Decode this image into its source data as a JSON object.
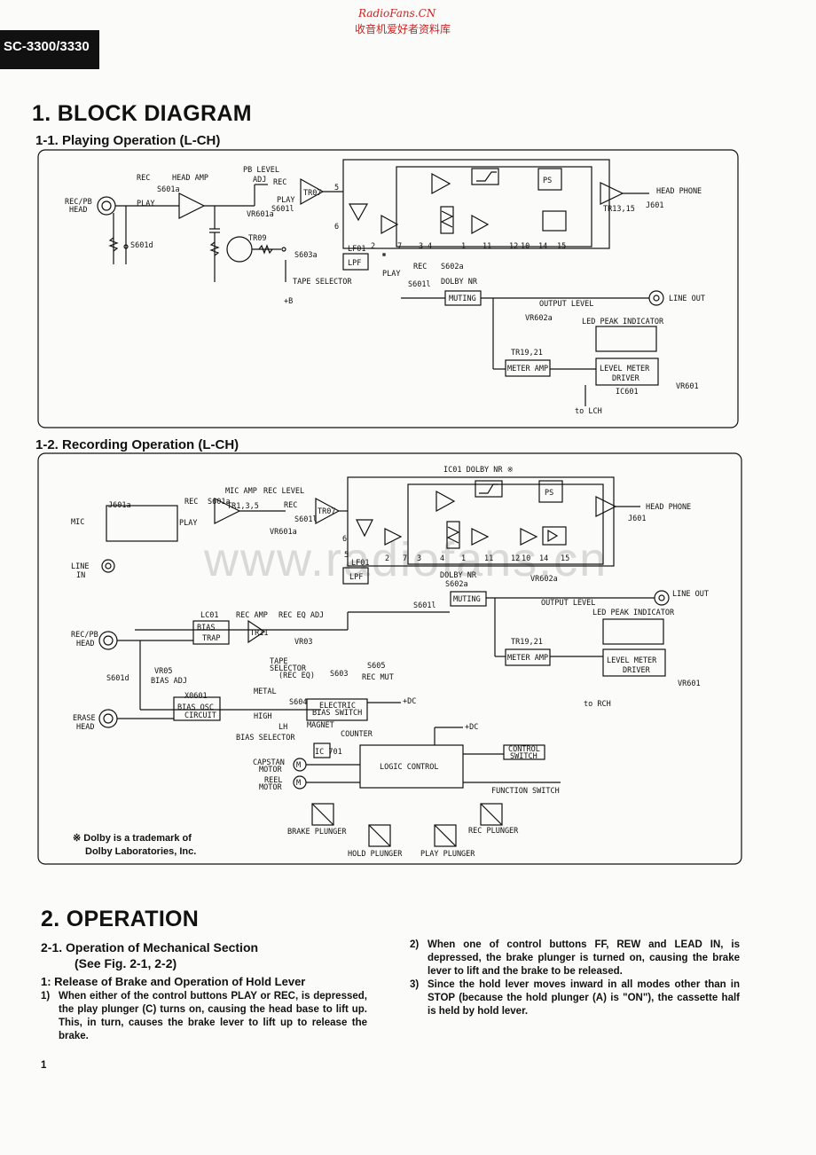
{
  "header": {
    "site_name": "RadioFans.CN",
    "site_subtitle": "收音机爱好者资料库",
    "model_badge": "SC-3300/3330",
    "watermark": "www.radiofans.cn"
  },
  "section1": {
    "title": "1. BLOCK DIAGRAM",
    "sub1": "1-1. Playing Operation (L-CH)",
    "sub2": "1-2. Recording Operation (L-CH)"
  },
  "diagram1": {
    "labels": {
      "rec_pb_head": "REC/PB",
      "head": "HEAD",
      "rec": "REC",
      "s601a": "S601a",
      "head_amp": "HEAD AMP",
      "play": "PLAY",
      "s601d": "S601d",
      "pb_level": "PB LEVEL",
      "adj": "ADJ",
      "vr601a": "VR601a",
      "s601l": "S601l",
      "tr07": "TR07",
      "tr09": "TR09",
      "s603a": "S603a",
      "tape_selector": "TAPE SELECTOR",
      "plus_b": "+B",
      "lf01": "LF01",
      "lpf": "LPF",
      "ps": "PS",
      "tr13": "TR13,15",
      "head_phone": "HEAD PHONE",
      "j601": "J601",
      "s602a": "S602a",
      "dolby_nr": "DOLBY NR",
      "s601l_b": "S601l",
      "muting": "MUTING",
      "output_level": "OUTPUT LEVEL",
      "line_out": "LINE OUT",
      "vr602a": "VR602a",
      "led_peak": "LED PEAK INDICATOR",
      "tr19": "TR19,21",
      "meter_amp": "METER AMP",
      "level_meter": "LEVEL METER",
      "driver": "DRIVER",
      "ic601": "IC601",
      "vr601": "VR601",
      "to_lch": "to LCH",
      "pins": [
        "5",
        "6",
        "2",
        "7",
        "3",
        "4",
        "1",
        "11",
        "12",
        "10",
        "14",
        "15"
      ]
    }
  },
  "diagram2": {
    "labels": {
      "ic_dolby": "IC01 DOLBY NR ※",
      "mic_amp": "MIC AMP",
      "rec_level": "REC LEVEL",
      "j601a": "J601a",
      "rec": "REC",
      "s601a": "S601a",
      "play": "PLAY",
      "tr": "TR1,3,5",
      "vr601a": "VR601a",
      "s601l": "S601l",
      "tr07": "TR07",
      "mic": "MIC",
      "line_in": "LINE",
      "in": "IN",
      "lf01": "LF01",
      "lpf": "LPF",
      "ps": "PS",
      "head_phone": "HEAD PHONE",
      "j601": "J601",
      "dolby_nr": "DOLBY NR",
      "s602a": "S602a",
      "vr602a": "VR602a",
      "line_out": "LINE OUT",
      "s601l_b": "S601l",
      "muting": "MUTING",
      "output_level": "OUTPUT LEVEL",
      "led_peak": "LED PEAK INDICATOR",
      "lc01": "LC01",
      "bias": "BIAS",
      "trap": "TRAP",
      "rec_amp": "REC AMP",
      "tr11": "TR11",
      "rec_eq_adj": "REC EQ ADJ",
      "vr03": "VR03",
      "rec_pb": "REC/PB",
      "head": "HEAD",
      "tr19": "TR19,21",
      "meter_amp": "METER AMP",
      "level_meter": "LEVEL METER",
      "driver": "DRIVER",
      "vr601": "VR601",
      "to_rch": "to RCH",
      "vr05": "VR05",
      "bias_adj": "BIAS ADJ",
      "s601d": "S601d",
      "tape_selector": "TAPE",
      "tape_selector2": "SELECTOR",
      "rec_eq": "(REC EQ)",
      "s603": "S603",
      "s605": "S605",
      "rec_mut": "REC MUT",
      "x0601": "X0601",
      "bias_osc": "BIAS OSC",
      "circuit": "CIRCUIT",
      "metal": "METAL",
      "high": "HIGH",
      "lh": "LH",
      "bias_selector": "BIAS SELECTOR",
      "s604": "S604",
      "electric": "ELECTRIC",
      "bias_switch": "BIAS SWITCH",
      "plus_dc": "+DC",
      "erase": "ERASE",
      "magnet": "MAGNET",
      "counter": "COUNTER",
      "ic701": "IC 701",
      "control_switch1": "CONTROL",
      "control_switch2": "SWITCH",
      "capstan": "CAPSTAN",
      "motor": "MOTOR",
      "reel": "REEL",
      "m": "M",
      "logic_control": "LOGIC CONTROL",
      "function_switch": "FUNCTION SWITCH",
      "brake_plunger": "BRAKE PLUNGER",
      "rec_plunger": "REC PLUNGER",
      "hold_plunger": "HOLD PLUNGER",
      "play_plunger": "PLAY PLUNGER",
      "pins": [
        "5",
        "6",
        "2",
        "7",
        "3",
        "4",
        "1",
        "11",
        "12",
        "10",
        "14",
        "15"
      ]
    },
    "note_line1": "※ Dolby is a trademark of",
    "note_line2": "Dolby Laboratories, Inc."
  },
  "section2": {
    "title": "2. OPERATION",
    "sub1_line1": "2-1.  Operation of Mechanical Section",
    "sub1_line2": "(See Fig. 2-1, 2-2)",
    "sub2": "1: Release of Brake and Operation of Hold Lever",
    "p1_num": "1)",
    "p1": "When either of the control buttons PLAY or REC, is depressed, the play plunger (C) turns on, causing the head base to lift up. This, in turn, causes the brake lever to lift up to release the brake.",
    "p2_num": "2)",
    "p2": "When one of control buttons FF, REW and LEAD IN, is depressed, the brake plunger is turned on, causing the brake lever to lift and the brake to be released.",
    "p3_num": "3)",
    "p3": "Since the hold lever moves inward in all modes other than in STOP (because the hold plunger (A) is \"ON\"), the cassette half is held by hold lever."
  },
  "footer": {
    "page_number": "1"
  }
}
